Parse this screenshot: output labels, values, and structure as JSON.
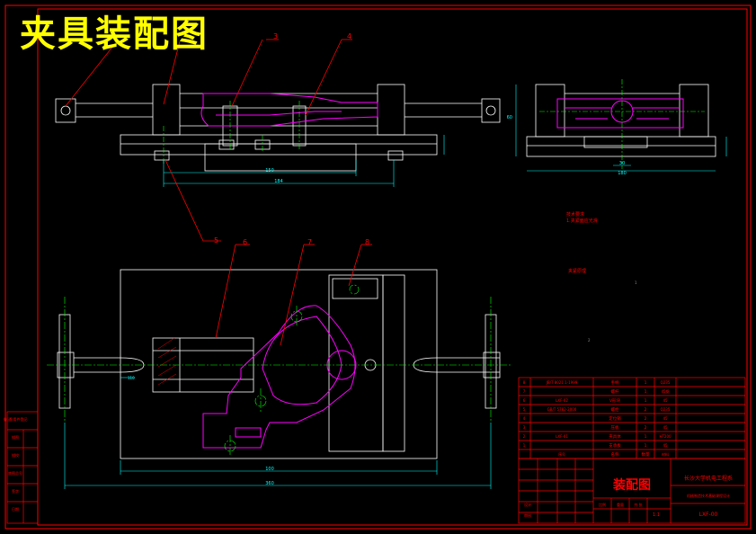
{
  "drawing_title": "夹具装配图",
  "callouts": [
    "3",
    "4",
    "5",
    "6",
    "7",
    "8"
  ],
  "top_view_dims": [
    "150",
    "184"
  ],
  "side_view_dims": [
    "60",
    "30",
    "180"
  ],
  "front_view_dims": [
    "100",
    "360",
    "110"
  ],
  "tech_notes": {
    "heading": "技术要求",
    "line1": "1.夹紧面应光滑",
    "label2": "夹紧原理"
  },
  "stray_marks": [
    "1",
    "2"
  ],
  "parts_table": {
    "rows": [
      {
        "std": "JB/T 8021.1-1999",
        "name": "手柄",
        "qty": "1",
        "material": "Q235"
      },
      {
        "std": "",
        "name": "螺杆",
        "qty": "1",
        "material": "45钢"
      },
      {
        "std": "LXF-02",
        "name": "V形块",
        "qty": "1",
        "material": "45"
      },
      {
        "std": "GB/T 5782-2000",
        "name": "螺栓",
        "qty": "2",
        "material": "Q235"
      },
      {
        "std": "",
        "name": "定位销",
        "qty": "2",
        "material": "45"
      },
      {
        "std": "",
        "name": "压板",
        "qty": "2",
        "material": "45"
      },
      {
        "std": "LXF-01",
        "name": "夹具体",
        "qty": "1",
        "material": "HT200"
      },
      {
        "std": "",
        "name": "支承板",
        "qty": "1",
        "material": "45"
      },
      {
        "std": "序号",
        "name": "名称",
        "qty": "数量",
        "material": "材料"
      }
    ]
  },
  "title_block": {
    "drawing_name": "装配图",
    "school": "长沙大学机电工程系",
    "subtitle": "机械制造技术基础课程设计",
    "scale": "1:1",
    "drawing_no": "LXF-00",
    "labels": [
      "设计",
      "审核",
      "比例",
      "重量",
      "共 张"
    ]
  },
  "left_stamp": {
    "rows": [
      "借(通)用件登记",
      "描图",
      "描校",
      "底图总号",
      "签字",
      "日期"
    ]
  },
  "colors": {
    "background": "#000000",
    "outline": "#ffffff",
    "frame": "#ff0000",
    "part": "#ff00ff",
    "dimension": "#00ffff",
    "centerline": "#00ff00",
    "title_text": "#ffff00"
  }
}
